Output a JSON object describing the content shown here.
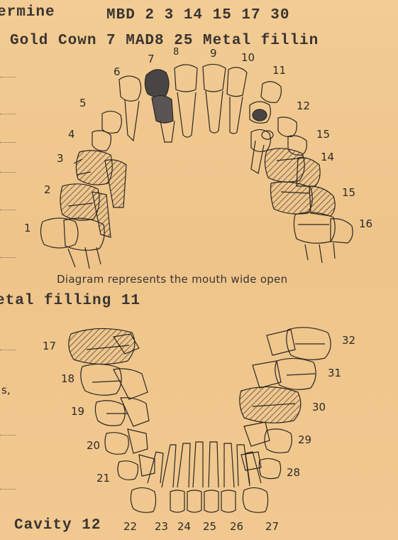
{
  "header": {
    "line1_left": "ermine",
    "line1_right": "MBD 2 3 14 15 17 30",
    "line2": "Gold Cown 7  MAD8 25 Metal fillin"
  },
  "upper_arch": {
    "tooth_numbers": [
      "1",
      "2",
      "3",
      "4",
      "5",
      "6",
      "7",
      "8",
      "9",
      "10",
      "11",
      "12",
      "15",
      "14",
      "15",
      "16"
    ]
  },
  "caption": "Diagram represents the mouth wide open",
  "middle_line": "etal filling 11",
  "left_margin_mark": "s,",
  "lower_arch": {
    "tooth_numbers": [
      "17",
      "18",
      "19",
      "20",
      "21",
      "22",
      "23",
      "24",
      "25",
      "26",
      "27",
      "28",
      "29",
      "30",
      "31",
      "32"
    ]
  },
  "footer": {
    "cavity": "Cavity 12"
  },
  "colors": {
    "paper": "#f0c78e",
    "ink": "#2b2622",
    "crown_fill": "#4a4545"
  }
}
